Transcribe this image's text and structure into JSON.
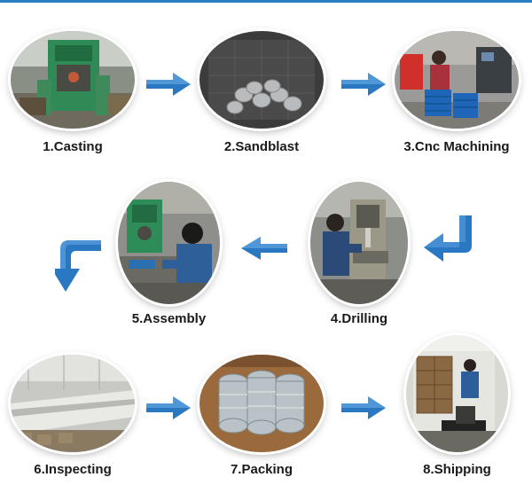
{
  "steps": [
    {
      "label": "1.Casting",
      "icon": "casting-machine-photo"
    },
    {
      "label": "2.Sandblast",
      "icon": "sandblasted-parts-photo"
    },
    {
      "label": "3.Cnc Machining",
      "icon": "cnc-workshop-photo"
    },
    {
      "label": "4.Drilling",
      "icon": "drilling-operator-photo"
    },
    {
      "label": "5.Assembly",
      "icon": "assembly-worker-photo"
    },
    {
      "label": "6.Inspecting",
      "icon": "inspection-line-photo"
    },
    {
      "label": "7.Packing",
      "icon": "packed-parts-photo"
    },
    {
      "label": "8.Shipping",
      "icon": "loading-truck-photo"
    }
  ],
  "colors": {
    "arrow": "#2b78c2",
    "arrow_light": "#6fb0ea",
    "label_text": "#1a1a1a",
    "top_line": "#2a7fc4"
  }
}
